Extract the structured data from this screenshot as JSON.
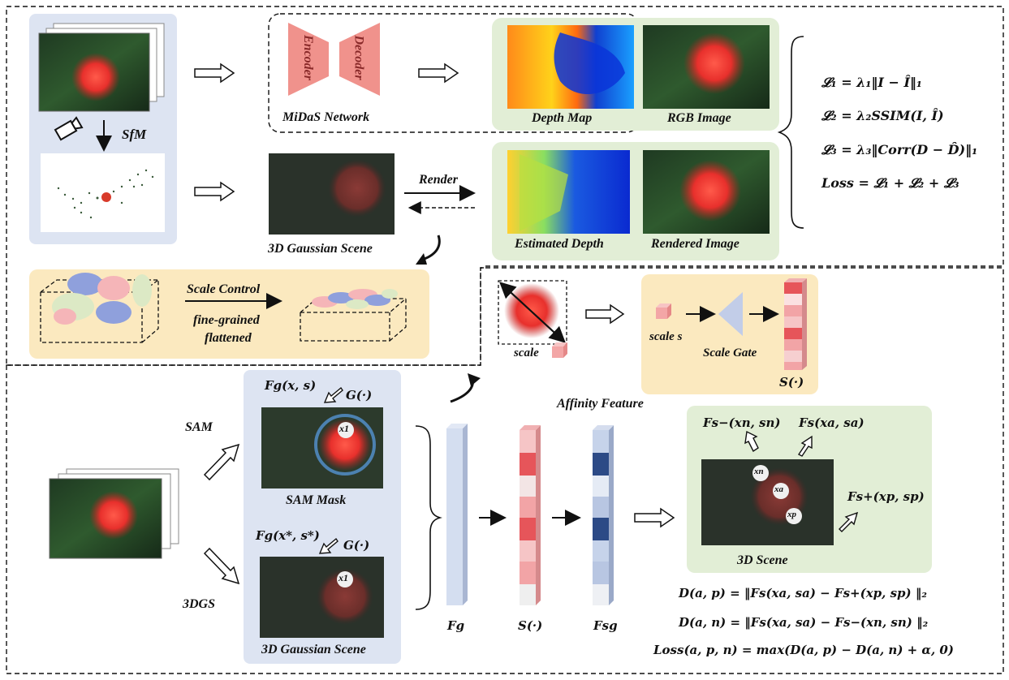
{
  "labels": {
    "sfm": "SfM",
    "encoder": "Encoder",
    "decoder": "Decoder",
    "midas": "MiDaS Network",
    "depth_map": "Depth Map",
    "rgb_image": "RGB Image",
    "render": "Render",
    "gs_scene_top": "3D Gaussian Scene",
    "estimated_depth": "Estimated Depth",
    "rendered_image": "Rendered Image",
    "scale_control": "Scale Control",
    "fine_grained": "fine-grained",
    "flattened": "flattened",
    "scale": "scale",
    "scale_s": "scale s",
    "scale_gate": "Scale Gate",
    "s_dot_gate": "S(·)",
    "sam": "SAM",
    "tdgs": "3DGS",
    "fg_xs": "Fg(x, s)",
    "g_dot_1": "G(·)",
    "sam_mask": "SAM Mask",
    "fg_xs_star": "Fg(x*, s*)",
    "g_dot_2": "G(·)",
    "gs_scene_bottom": "3D Gaussian Scene",
    "affinity": "Affinity Feature",
    "fg": "Fg",
    "s_dot": "S(·)",
    "fsg": "Fsg",
    "f_sminus": "Fs−(xn, sn)",
    "f_s": "Fs(xa, sa)",
    "f_splus": "Fs+(xp, sp)",
    "scene_3d": "3D Scene",
    "x1": "x1",
    "xn": "xn",
    "xa": "xa",
    "xp": "xp"
  },
  "equations": {
    "l1": "𝓛₁ = λ₁‖I − Î‖₁",
    "l2": "𝓛₂ = λ₂SSIM(I, Î)",
    "l3": "𝓛₃ = λ₃‖Corr(D − D̂)‖₁",
    "loss": "Loss = 𝓛₁ + 𝓛₂ + 𝓛₃",
    "dap": "D(a, p) = ‖Fs(xa, sa) − Fs+(xp, sp) ‖₂",
    "dan": "D(a, n) = ‖Fs(xa, sa) − Fs−(xn, sn) ‖₂",
    "triplet": "Loss(a, p, n) = max(D(a, p) − D(a, n) + α, 0)"
  },
  "colors": {
    "blue_panel": "#dde4f2",
    "green_panel": "#e2eed6",
    "yellow_panel": "#fbe9bf",
    "salmon": "#f0928c",
    "pink_strong": "#e6555a",
    "pink_mid": "#f2a4a6",
    "pink_light": "#f6cfd0",
    "navy": "#2c4a86",
    "light_blue": "#c6d3ea"
  }
}
